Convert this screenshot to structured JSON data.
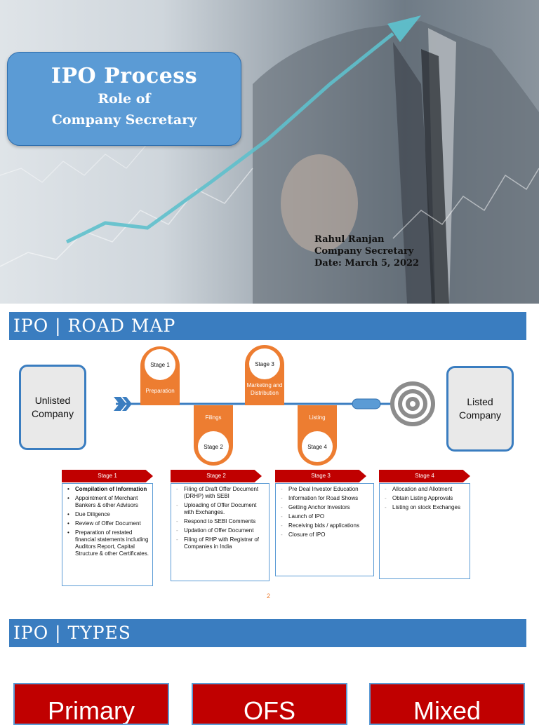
{
  "slide1": {
    "title": "IPO Process",
    "subtitle_line1": "Role of",
    "subtitle_line2": "Company Secretary",
    "author_name": "Rahul Ranjan",
    "author_role": "Company Secretary",
    "date": "Date: March 5, 2022"
  },
  "slide2": {
    "title": "IPO | ROAD MAP",
    "start_label_1": "Unlisted",
    "start_label_2": "Company",
    "end_label_1": "Listed",
    "end_label_2": "Company",
    "milestones": [
      {
        "stage": "Stage 1",
        "label": "Preparation"
      },
      {
        "stage": "Stage 2",
        "label": "Filings"
      },
      {
        "stage": "Stage 3",
        "label": "Marketing and Distribution"
      },
      {
        "stage": "Stage 4",
        "label": "Listing"
      }
    ],
    "stages": [
      {
        "header": "Stage 1",
        "items": [
          "Compilation of Information",
          "Appointment of Merchant Bankers & other Advisors",
          "Due Diligence",
          "Review of Offer Document",
          "Preparation of restated financial statements including Auditors Report, Capital Structure & other Certificates."
        ]
      },
      {
        "header": "Stage 2",
        "items": [
          "Filing of Draft Offer Document (DRHP) with SEBI",
          "Uploading of Offer Document with Exchanges.",
          "Respond to SEBI Comments",
          "Updation of Offer Document",
          "Filing of RHP with Registrar of Companies in India"
        ]
      },
      {
        "header": "Stage 3",
        "items": [
          "Pre Deal Investor Education",
          "Information for Road Shows",
          "Getting Anchor Investors",
          "Launch of IPO",
          "Receiving bids / applications",
          "Closure of IPO"
        ]
      },
      {
        "header": "Stage 4",
        "items": [
          "Allocation and Allotment",
          "Obtain Listing Approvals",
          "Listing on stock Exchanges"
        ]
      }
    ],
    "page_number": "2"
  },
  "slide3": {
    "title": "IPO | TYPES",
    "types": [
      "Primary",
      "OFS",
      "Mixed"
    ]
  },
  "colors": {
    "title_bar": "#3a7dc0",
    "accent_orange": "#ed7d31",
    "stage_red": "#c00000",
    "title_box": "#5b9bd5"
  }
}
